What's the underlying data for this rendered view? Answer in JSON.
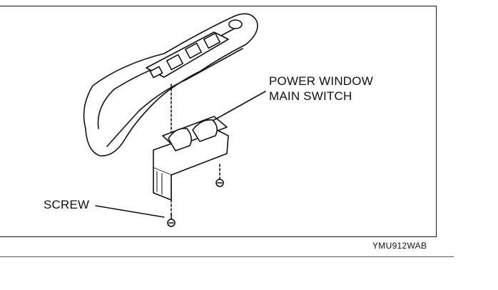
{
  "labels": {
    "power_window_line1": "POWER WINDOW",
    "power_window_line2": "MAIN SWITCH",
    "screw": "SCREW"
  },
  "figure_code": "YMU912WAB",
  "colors": {
    "ink": "#111111",
    "fill": "#ffffff",
    "shade": "#d8d8d8"
  }
}
